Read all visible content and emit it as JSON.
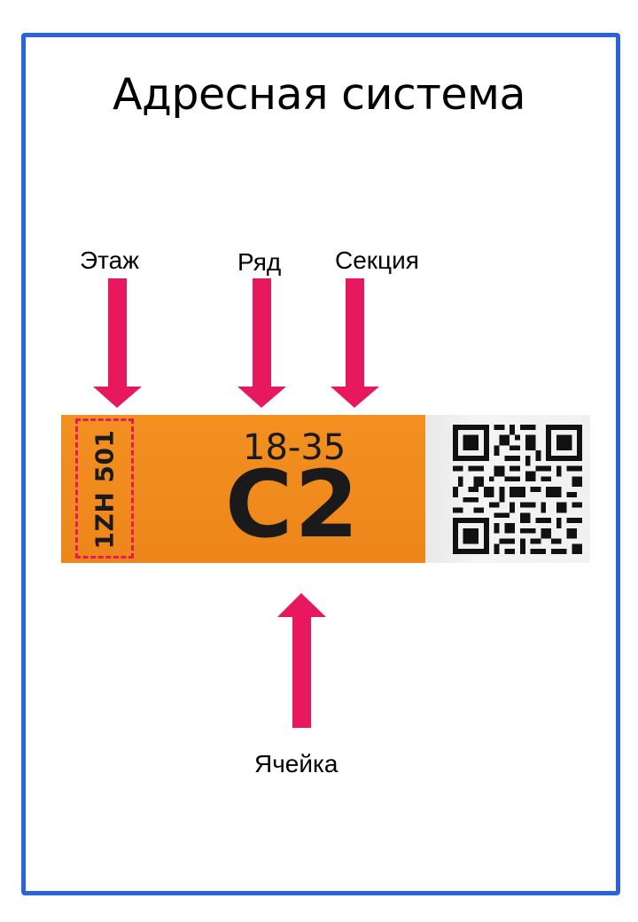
{
  "title": "Адресная система",
  "callouts": {
    "floor": "Этаж",
    "row": "Ряд",
    "section": "Секция",
    "cell": "Ячейка"
  },
  "label": {
    "floor_code": "1ZH 501",
    "row_section": "18-35",
    "cell_code": "C2"
  },
  "colors": {
    "frame": "#2a63e0",
    "arrow": "#e8185f",
    "label_orange": "#f08c1f"
  },
  "icons": [
    "arrow-down-icon",
    "arrow-up-icon",
    "qr-code-icon"
  ]
}
